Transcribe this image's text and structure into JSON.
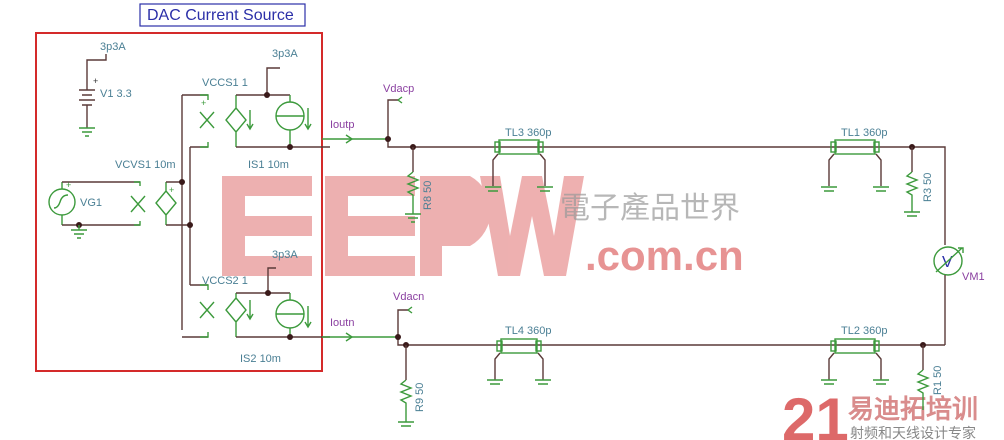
{
  "title": "DAC Current Source",
  "colors": {
    "wire": "#5a3a38",
    "component": "#3c9a3c",
    "label": "#4a7f94",
    "net_label": "#8a3fa0",
    "box": "#d42a2a",
    "title": "#2b2fa8"
  },
  "components": {
    "v1": {
      "name": "V1 3.3",
      "supply": "3p3A"
    },
    "vg1": {
      "name": "VG1"
    },
    "vcvs1": {
      "name": "VCVS1 10m"
    },
    "vccs1": {
      "name": "VCCS1 1",
      "supply": "3p3A"
    },
    "vccs2": {
      "name": "VCCS2 1",
      "supply": "3p3A"
    },
    "is1": {
      "name": "IS1 10m"
    },
    "is2": {
      "name": "IS2 10m"
    },
    "r8": {
      "name": "R8 50"
    },
    "r9": {
      "name": "R9 50"
    },
    "r3": {
      "name": "R3 50"
    },
    "r1": {
      "name": "R1 50"
    },
    "tl3": {
      "name": "TL3 360p"
    },
    "tl1": {
      "name": "TL1 360p"
    },
    "tl4": {
      "name": "TL4 360p"
    },
    "tl2": {
      "name": "TL2 360p"
    },
    "vm1": {
      "name": "VM1",
      "glyph": "V"
    }
  },
  "nets": {
    "ioutp": "Ioutp",
    "ioutn": "Ioutn",
    "vdacp": "Vdacp",
    "vdacn": "Vdacn"
  },
  "watermarks": {
    "eepw": "EEPW",
    "eepw_cn": "電子產品世界",
    "eepw_url": ".com.cn",
    "w21": "21",
    "w21_cn": "易迪拓培训",
    "w21_sub": "射频和天线设计专家"
  }
}
